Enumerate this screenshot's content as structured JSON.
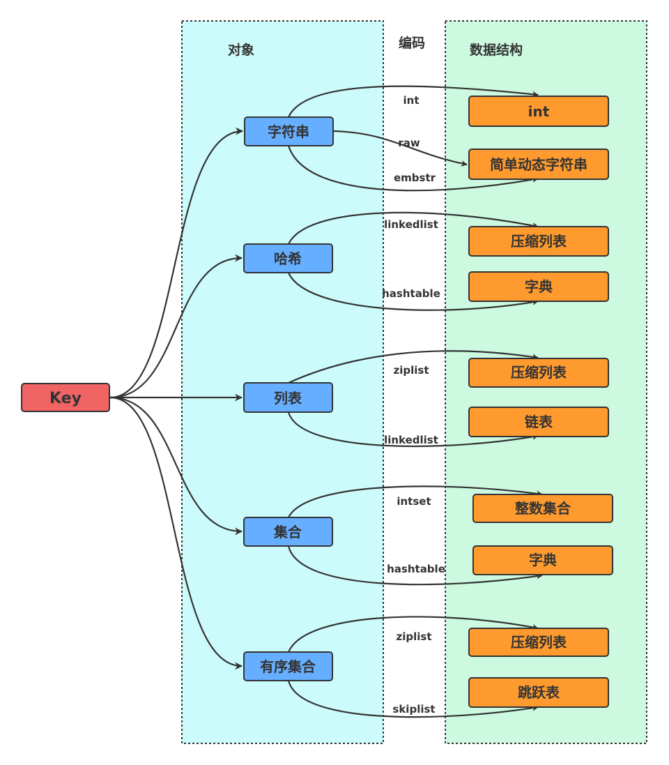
{
  "headers": {
    "objects": "对象",
    "encoding": "编码",
    "data_structures": "数据结构"
  },
  "key": {
    "label": "Key"
  },
  "colors": {
    "object_panel": "#CCFBFB",
    "ds_panel": "#CCF9E0",
    "key_fill": "#F06464",
    "object_fill": "#66AEFF",
    "ds_fill": "#FF9A2E",
    "stroke": "#333333"
  },
  "objects": [
    {
      "id": "string",
      "label": "字符串"
    },
    {
      "id": "hash",
      "label": "哈希"
    },
    {
      "id": "list",
      "label": "列表"
    },
    {
      "id": "set",
      "label": "集合"
    },
    {
      "id": "zset",
      "label": "有序集合"
    }
  ],
  "data_structures": [
    {
      "id": "ds-int",
      "label": "int"
    },
    {
      "id": "ds-sds",
      "label": "简单动态字符串"
    },
    {
      "id": "ds-ziplist-h",
      "label": "压缩列表"
    },
    {
      "id": "ds-dict-h",
      "label": "字典"
    },
    {
      "id": "ds-ziplist-l",
      "label": "压缩列表"
    },
    {
      "id": "ds-linkedlist",
      "label": "链表"
    },
    {
      "id": "ds-intset",
      "label": "整数集合"
    },
    {
      "id": "ds-dict-s",
      "label": "字典"
    },
    {
      "id": "ds-ziplist-z",
      "label": "压缩列表"
    },
    {
      "id": "ds-skiplist",
      "label": "跳跃表"
    }
  ],
  "encodings": [
    {
      "from": "string",
      "to": "ds-int",
      "label": "int"
    },
    {
      "from": "string",
      "to": "ds-sds",
      "label": "raw"
    },
    {
      "from": "string",
      "to": "ds-sds",
      "label": "embstr"
    },
    {
      "from": "hash",
      "to": "ds-ziplist-h",
      "label": "linkedlist"
    },
    {
      "from": "hash",
      "to": "ds-dict-h",
      "label": "hashtable"
    },
    {
      "from": "list",
      "to": "ds-ziplist-l",
      "label": "ziplist"
    },
    {
      "from": "list",
      "to": "ds-linkedlist",
      "label": "linkedlist"
    },
    {
      "from": "set",
      "to": "ds-intset",
      "label": "intset"
    },
    {
      "from": "set",
      "to": "ds-dict-s",
      "label": "hashtable"
    },
    {
      "from": "zset",
      "to": "ds-ziplist-z",
      "label": "ziplist"
    },
    {
      "from": "zset",
      "to": "ds-skiplist",
      "label": "skiplist"
    }
  ]
}
